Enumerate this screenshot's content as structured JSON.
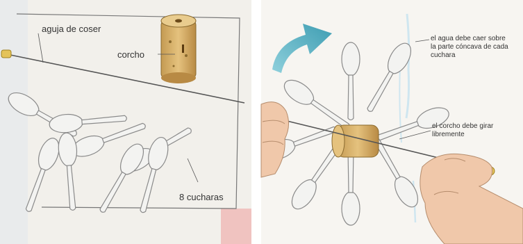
{
  "panel_left": {
    "labels": {
      "needle": "aguja de coser",
      "cork": "corcho",
      "spoons": "8 cucharas"
    }
  },
  "panel_right": {
    "labels": {
      "water": "el agua debe caer sobre la parte cóncava de cada cuchara",
      "cork": "el corcho debe girar libremente"
    }
  },
  "colors": {
    "background": "#ffffff",
    "page_left": "#f2f0eb",
    "page_right": "#f7f5f1",
    "spoon": "#f3f3f1",
    "spoon_outline": "#8a8a8a",
    "cork": "#d9b36a",
    "cork_dark": "#a57a34",
    "arrow": "#5aaebf",
    "skin": "#f0c8aa",
    "water": "#cfe6f0",
    "text": "#333333"
  }
}
